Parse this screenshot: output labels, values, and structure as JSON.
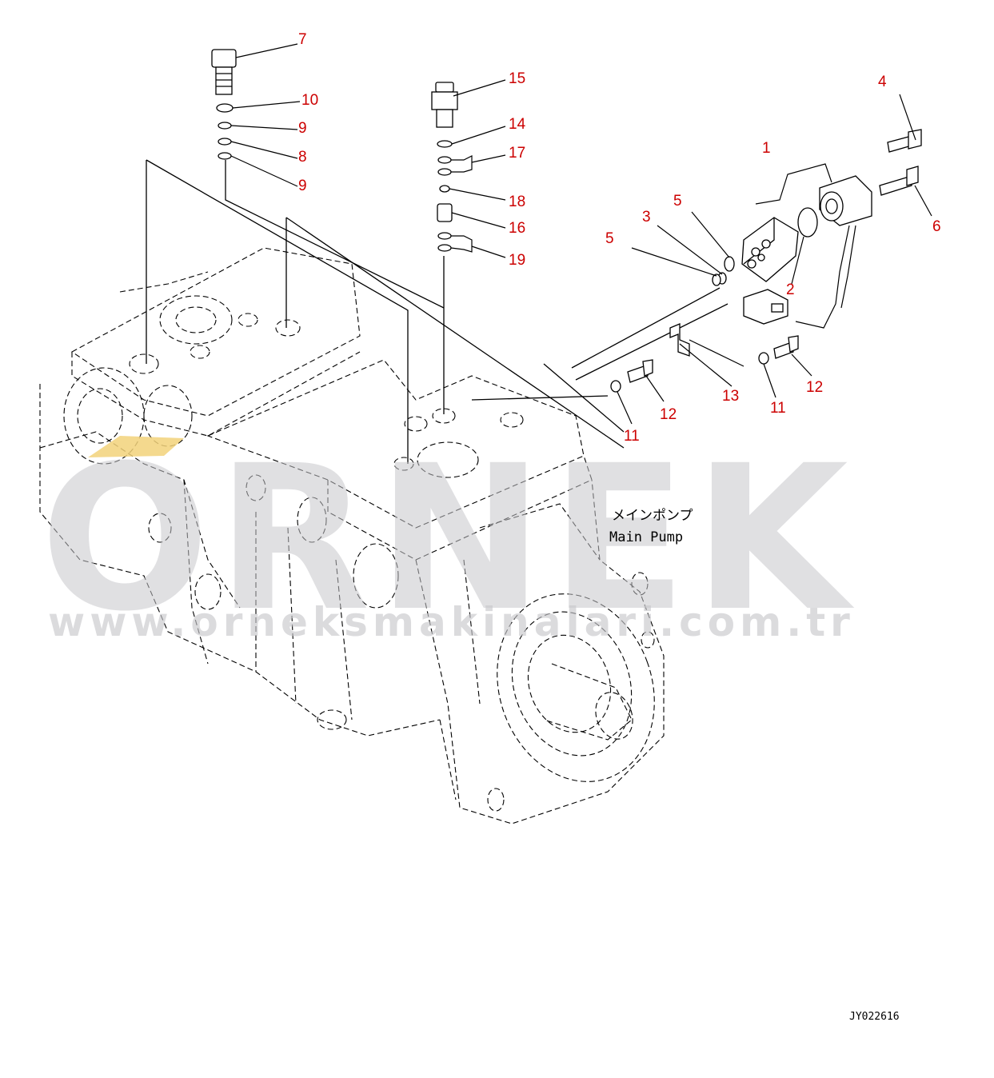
{
  "watermark": {
    "brand": "ORNEK",
    "url": "www.orneksmakinalari.com.tr",
    "accent_color": "#f2d27a",
    "watermark_color": "#c8c8cc"
  },
  "caption": {
    "japanese": "メインポンプ",
    "english": "Main Pump"
  },
  "drawing_code": "JY022616",
  "callouts": [
    "1",
    "2",
    "3",
    "4",
    "5",
    "5",
    "6",
    "7",
    "8",
    "9",
    "9",
    "10",
    "11",
    "11",
    "12",
    "12",
    "13",
    "14",
    "15",
    "16",
    "17",
    "18",
    "19"
  ],
  "colors": {
    "callout": "#cc0000",
    "line": "#000000",
    "background": "#ffffff"
  }
}
